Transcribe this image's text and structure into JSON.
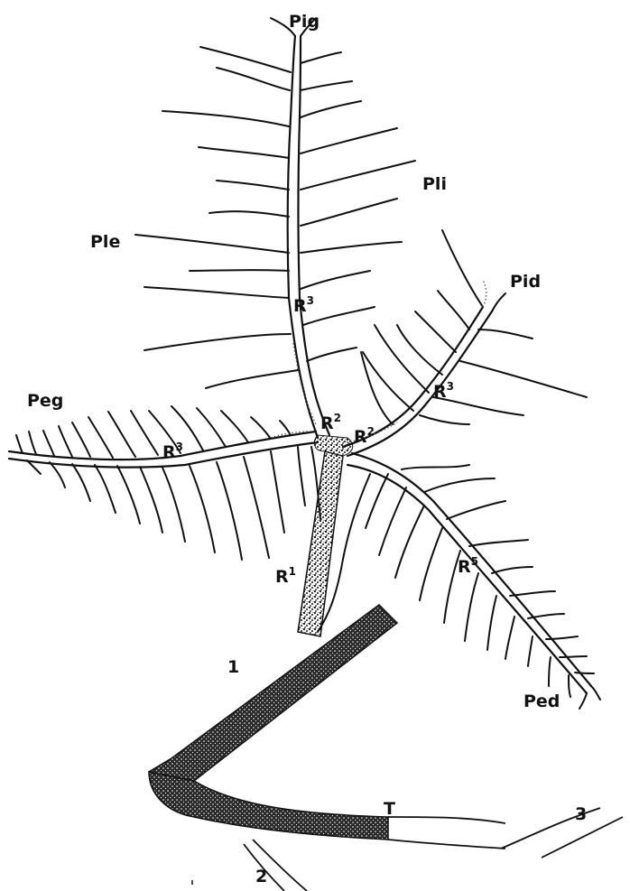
{
  "labels": {
    "pig": "Pig",
    "pli": "Pli",
    "ple": "Ple",
    "pid": "Pid",
    "peg": "Peg",
    "ped": "Ped",
    "r3_upper": "R",
    "r3_upper_sup": "3",
    "r2_left": "R",
    "r2_left_sup": "2",
    "r2_right": "R",
    "r2_right_sup": "2",
    "r3_left": "R",
    "r3_left_sup": "3",
    "r3_right": "R",
    "r3_right_sup": "3",
    "r1": "R",
    "r1_sup": "1",
    "r5": "R",
    "r5_sup": "5",
    "n1": "1",
    "n2": "2",
    "n3": "3",
    "t": "T"
  }
}
